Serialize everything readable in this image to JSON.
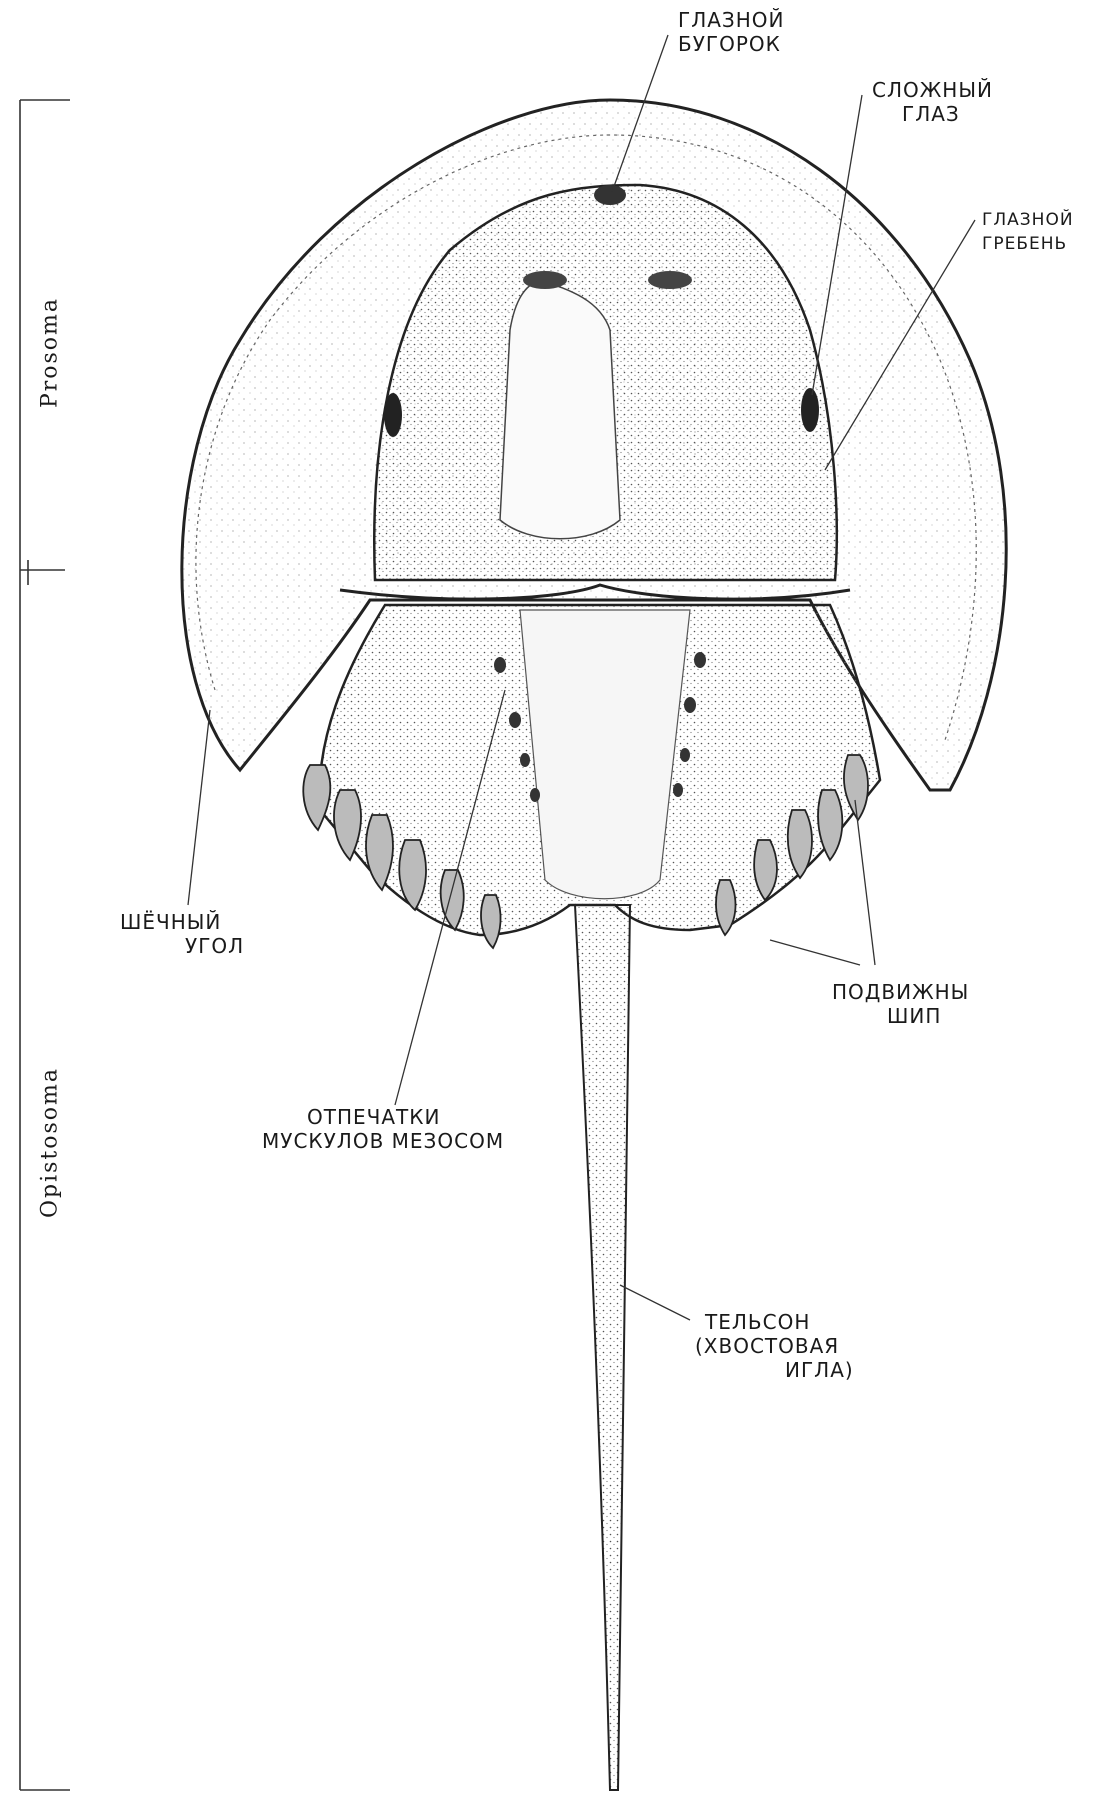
{
  "labels": {
    "eye_tubercle": [
      "ГЛАЗНОЙ",
      "БУГОРОК"
    ],
    "compound_eye": [
      "СЛОЖНЫЙ",
      "ГЛАЗ"
    ],
    "eye_ridge": [
      "ГЛАЗНОЙ",
      "ГРЕБЕНЬ"
    ],
    "genal_angle": [
      "ШЁЧНЫЙ",
      "УГОЛ"
    ],
    "movable_spines": [
      "ПОДВИЖНЫ",
      "ШИП"
    ],
    "muscle_scars": [
      "ОТПЕЧАТКИ",
      "МУСКУЛОВ МЕЗОСОМ"
    ],
    "telson": [
      "ТЕЛЬСОН",
      "(ХВОСТОВАЯ",
      "ИГЛА)"
    ]
  },
  "axis": {
    "prosoma": "Prosoma",
    "opistosoma": "Opistosoma"
  }
}
